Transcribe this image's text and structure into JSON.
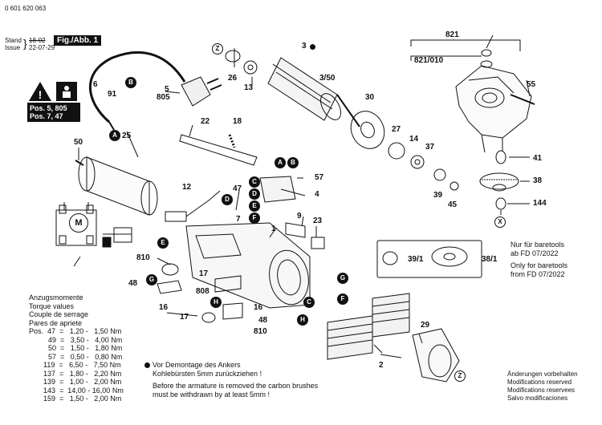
{
  "header": {
    "part_number": "0 601 620 063",
    "stand_label": "Stand",
    "issue_label": "Issue",
    "stand_old": "18-02",
    "issue_date": "22-07-29",
    "figure": "Fig./Abb. 1"
  },
  "warning": {
    "pos1": "Pos. 5, 805",
    "pos2": "Pos. 7, 47"
  },
  "parts": {
    "p821": "821",
    "p821_010": "821/010",
    "p55": "55",
    "p41": "41",
    "p38": "38",
    "p144": "144",
    "p3": "3",
    "p3_50": "3/50",
    "p30": "30",
    "p27": "27",
    "p14": "14",
    "p37": "37",
    "p39": "39",
    "p45": "45",
    "p26": "26",
    "p13": "13",
    "p6": "6",
    "p91": "91",
    "p5": "5",
    "p805": "805",
    "p22": "22",
    "p18": "18",
    "p50": "50",
    "p25": "25",
    "p57": "57",
    "p4": "4",
    "p47": "47",
    "p12": "12",
    "p7": "7",
    "p9": "9",
    "p23": "23",
    "p1": "1",
    "p810a": "810",
    "p48a": "48",
    "p17a": "17",
    "p16a": "16",
    "p808": "808",
    "p17b": "17",
    "p16b": "16",
    "p48b": "48",
    "p810b": "810",
    "p29": "29",
    "p2": "2"
  },
  "markers": {
    "A": "A",
    "B": "B",
    "C": "C",
    "D": "D",
    "E": "E",
    "F": "F",
    "G": "G",
    "H": "H",
    "X": "X",
    "Z": "Z"
  },
  "motor_symbol": "M",
  "baretools": {
    "p39_1": "39/1",
    "p38_1": "38/1",
    "de1": "Nur für baretools",
    "de2": "ab FD 07/2022",
    "en1": "Only for baretools",
    "en2": "from FD 07/2022"
  },
  "torque": {
    "h1": "Anzugsmomente",
    "h2": "Torque values",
    "h3": "Couple de serrage",
    "h4": "Pares de apriete",
    "rows": [
      "Pos.  47  =   1,20 -   1,50 Nm",
      "49  =   3,50 -   4,00 Nm",
      "50  =   1,50 -   1,80 Nm",
      "57  =   0,50 -   0,80 Nm",
      "119  =   6,50 -   7,50 Nm",
      "137  =   1,80 -   2,20 Nm",
      "139  =   1,00 -   2,00 Nm",
      "143  =  14,00 - 16,00 Nm",
      "159  =   1,50 -   2,00 Nm"
    ]
  },
  "note": {
    "de1": "Vor Demontage des Ankers",
    "de2": "Kohlebürsten 5mm zurückziehen !",
    "en1": "Before the armature is removed the carbon brushes",
    "en2": "must be withdrawn by at least 5mm !"
  },
  "footer": {
    "l1": "Änderungen vorbehalten",
    "l2": "Modifications reserved",
    "l3": "Modifications reservees",
    "l4": "Salvo modificaciones"
  }
}
